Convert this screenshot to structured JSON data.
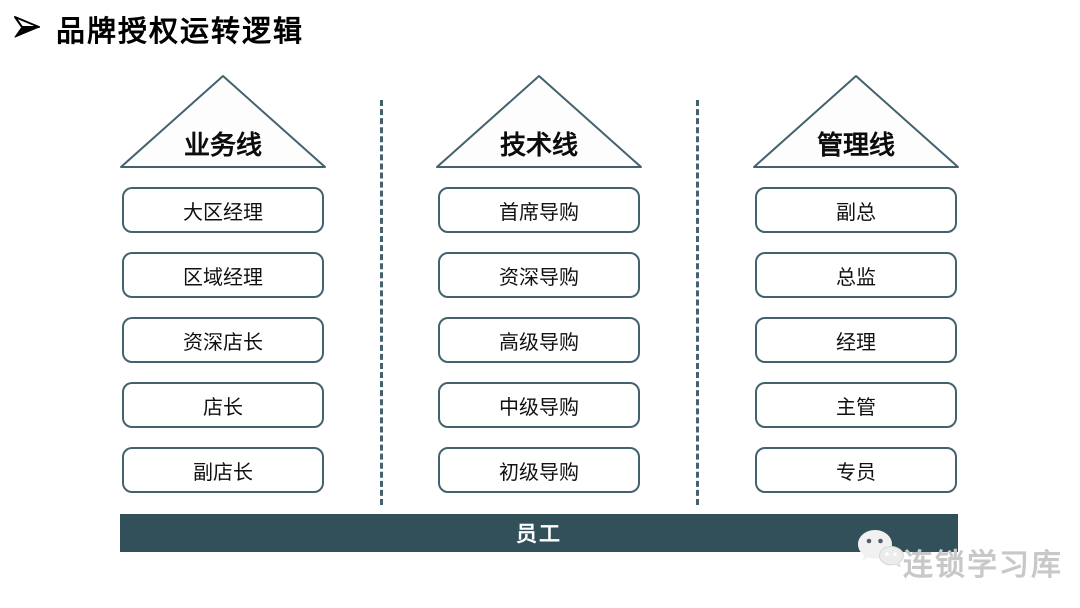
{
  "header": {
    "bullet_icon": "arrowhead-icon",
    "title": "品牌授权运转逻辑"
  },
  "columns": [
    {
      "id": "business",
      "header": "业务线",
      "boxes": [
        "大区经理",
        "区域经理",
        "资深店长",
        "店长",
        "副店长"
      ]
    },
    {
      "id": "technical",
      "header": "技术线",
      "boxes": [
        "首席导购",
        "资深导购",
        "高级导购",
        "中级导购",
        "初级导购"
      ]
    },
    {
      "id": "management",
      "header": "管理线",
      "boxes": [
        "副总",
        "总监",
        "经理",
        "主管",
        "专员"
      ]
    }
  ],
  "footer": {
    "label": "员工"
  },
  "watermark": {
    "icon": "wechat-icon",
    "text": "连锁学习库"
  },
  "colors": {
    "outline": "#44626d",
    "footer_bg": "#31505a",
    "box_text": "#111111",
    "title_text": "#000000",
    "watermark_text": "#c8c8c8",
    "background": "#ffffff"
  }
}
